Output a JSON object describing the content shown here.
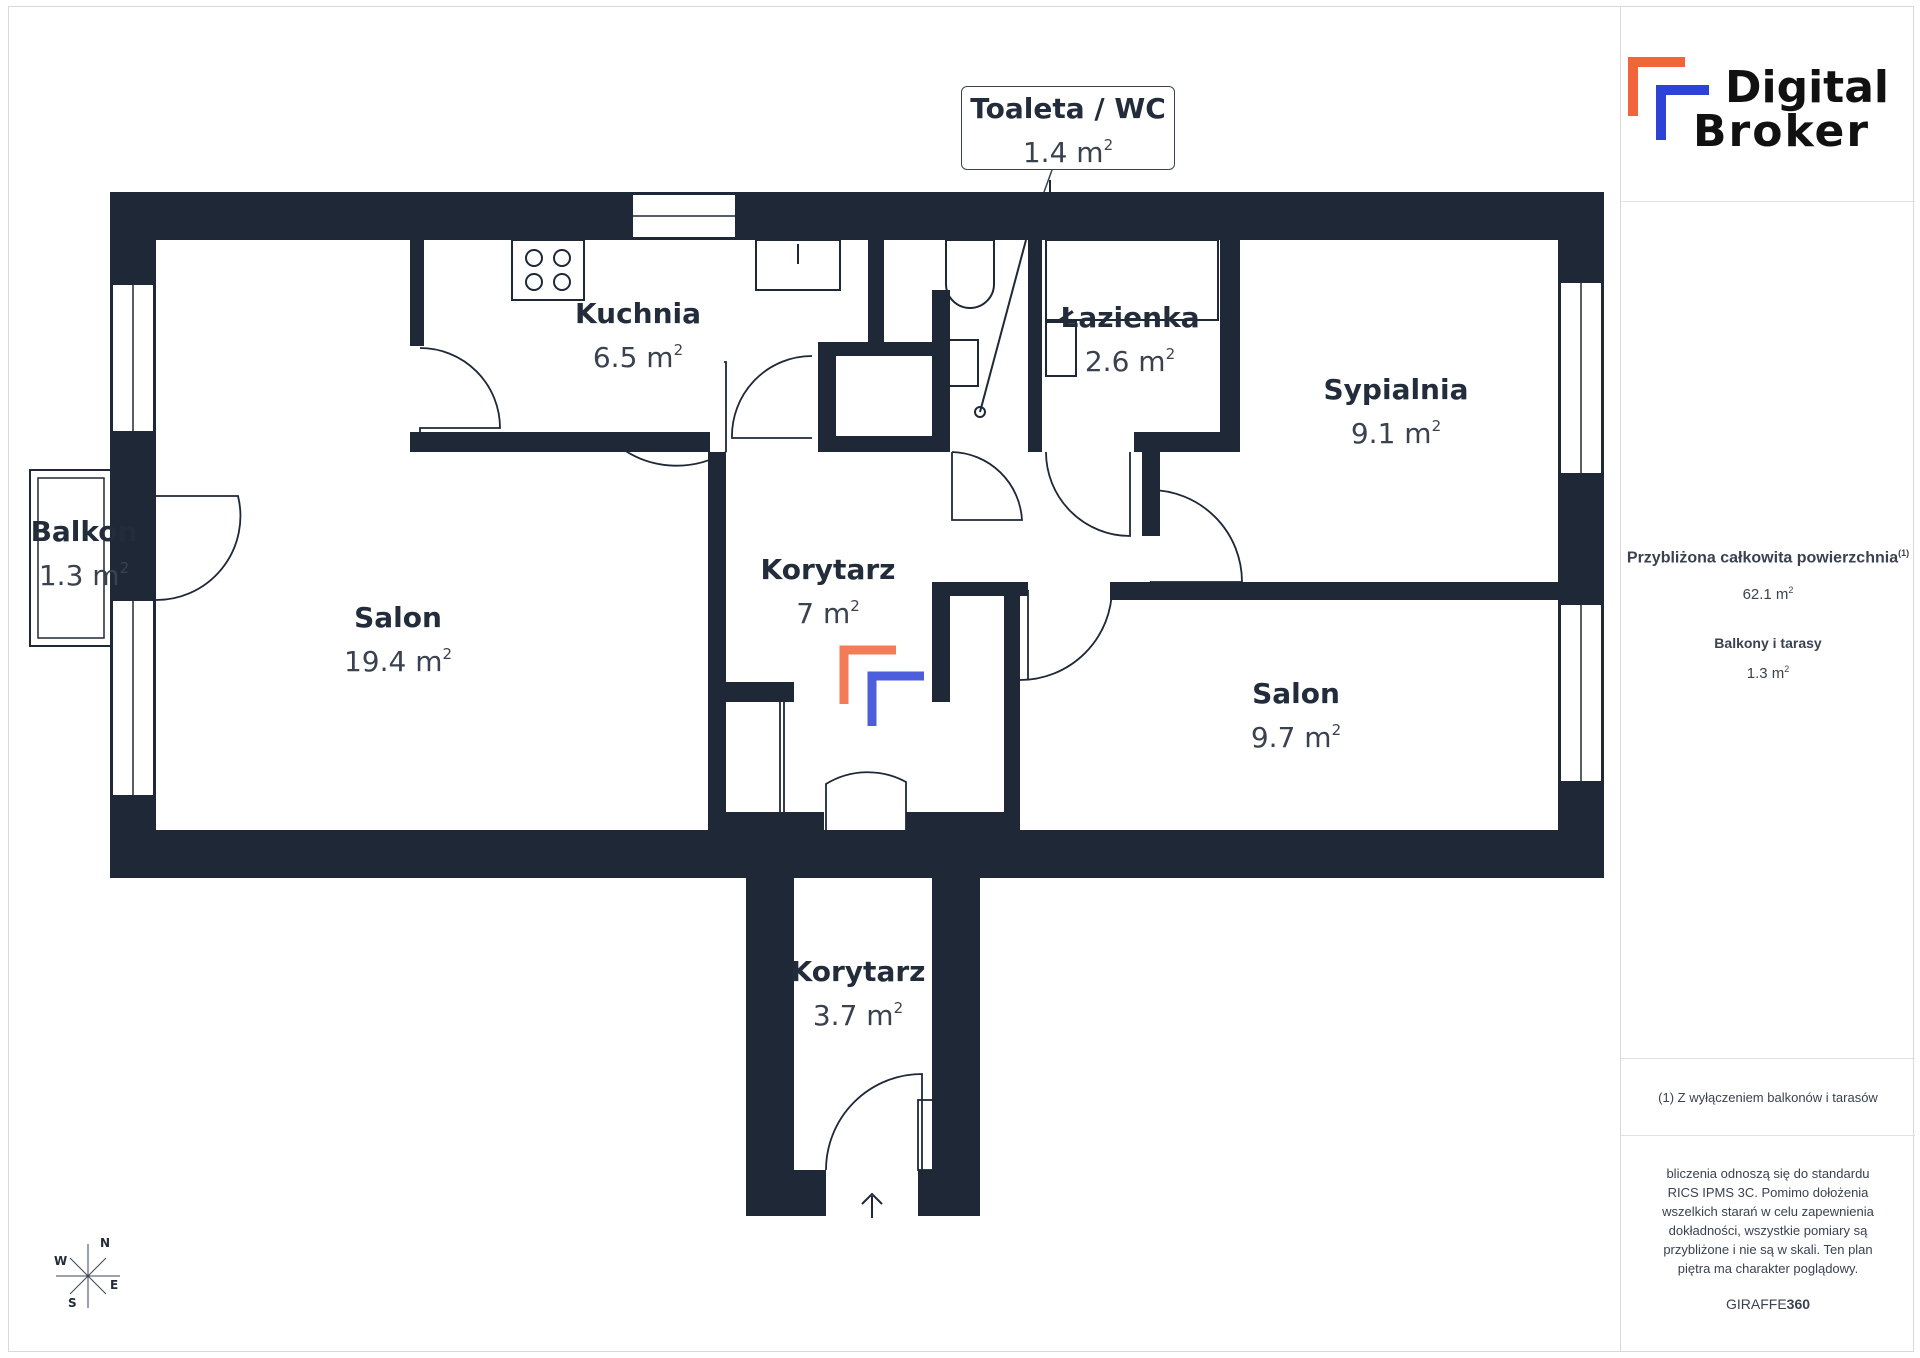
{
  "callout": {
    "name": "Toaleta / WC",
    "area": "1.4 m",
    "unit_sup": "2"
  },
  "rooms": [
    {
      "name": "Kuchnia",
      "area": "6.5 m",
      "unit_sup": "2"
    },
    {
      "name": "Łazienka",
      "area": "2.6 m",
      "unit_sup": "2"
    },
    {
      "name": "Sypialnia",
      "area": "9.1 m",
      "unit_sup": "2"
    },
    {
      "name": "Balkon",
      "area": "1.3 m",
      "unit_sup": "2"
    },
    {
      "name": "Salon",
      "area": "19.4 m",
      "unit_sup": "2"
    },
    {
      "name": "Korytarz",
      "area": "7 m",
      "unit_sup": "2"
    },
    {
      "name": "Salon",
      "area": "9.7 m",
      "unit_sup": "2"
    },
    {
      "name": "Korytarz",
      "area": "3.7 m",
      "unit_sup": "2"
    }
  ],
  "compass": {
    "n": "N",
    "e": "E",
    "s": "S",
    "w": "W"
  },
  "logo": {
    "line1": "Digital",
    "line2": "Broker",
    "accent_orange": "#f2643b",
    "accent_blue": "#2d43d6"
  },
  "summary": {
    "total_label": "Przybliżona całkowita powierzchnia",
    "total_sup": "(1)",
    "total_value": "62.1 m",
    "total_value_sup": "2",
    "balcony_label": "Balkony i tarasy",
    "balcony_value": "1.3 m",
    "balcony_value_sup": "2"
  },
  "footnote": "(1) Z wyłączeniem balkonów i tarasów",
  "disclaimer": "bliczenia odnoszą się do standardu RICS IPMS 3C. Pomimo dołożenia wszelkich starań w celu zapewnienia dokładności, wszystkie pomiary są przybliżone i nie są w skali. Ten plan piętra ma charakter poglądowy.",
  "brand": {
    "prefix": "GIRAFFE",
    "suffix": "360"
  },
  "colors": {
    "wall": "#1f2837",
    "text": "#222c3a",
    "line": "#3a4250"
  }
}
